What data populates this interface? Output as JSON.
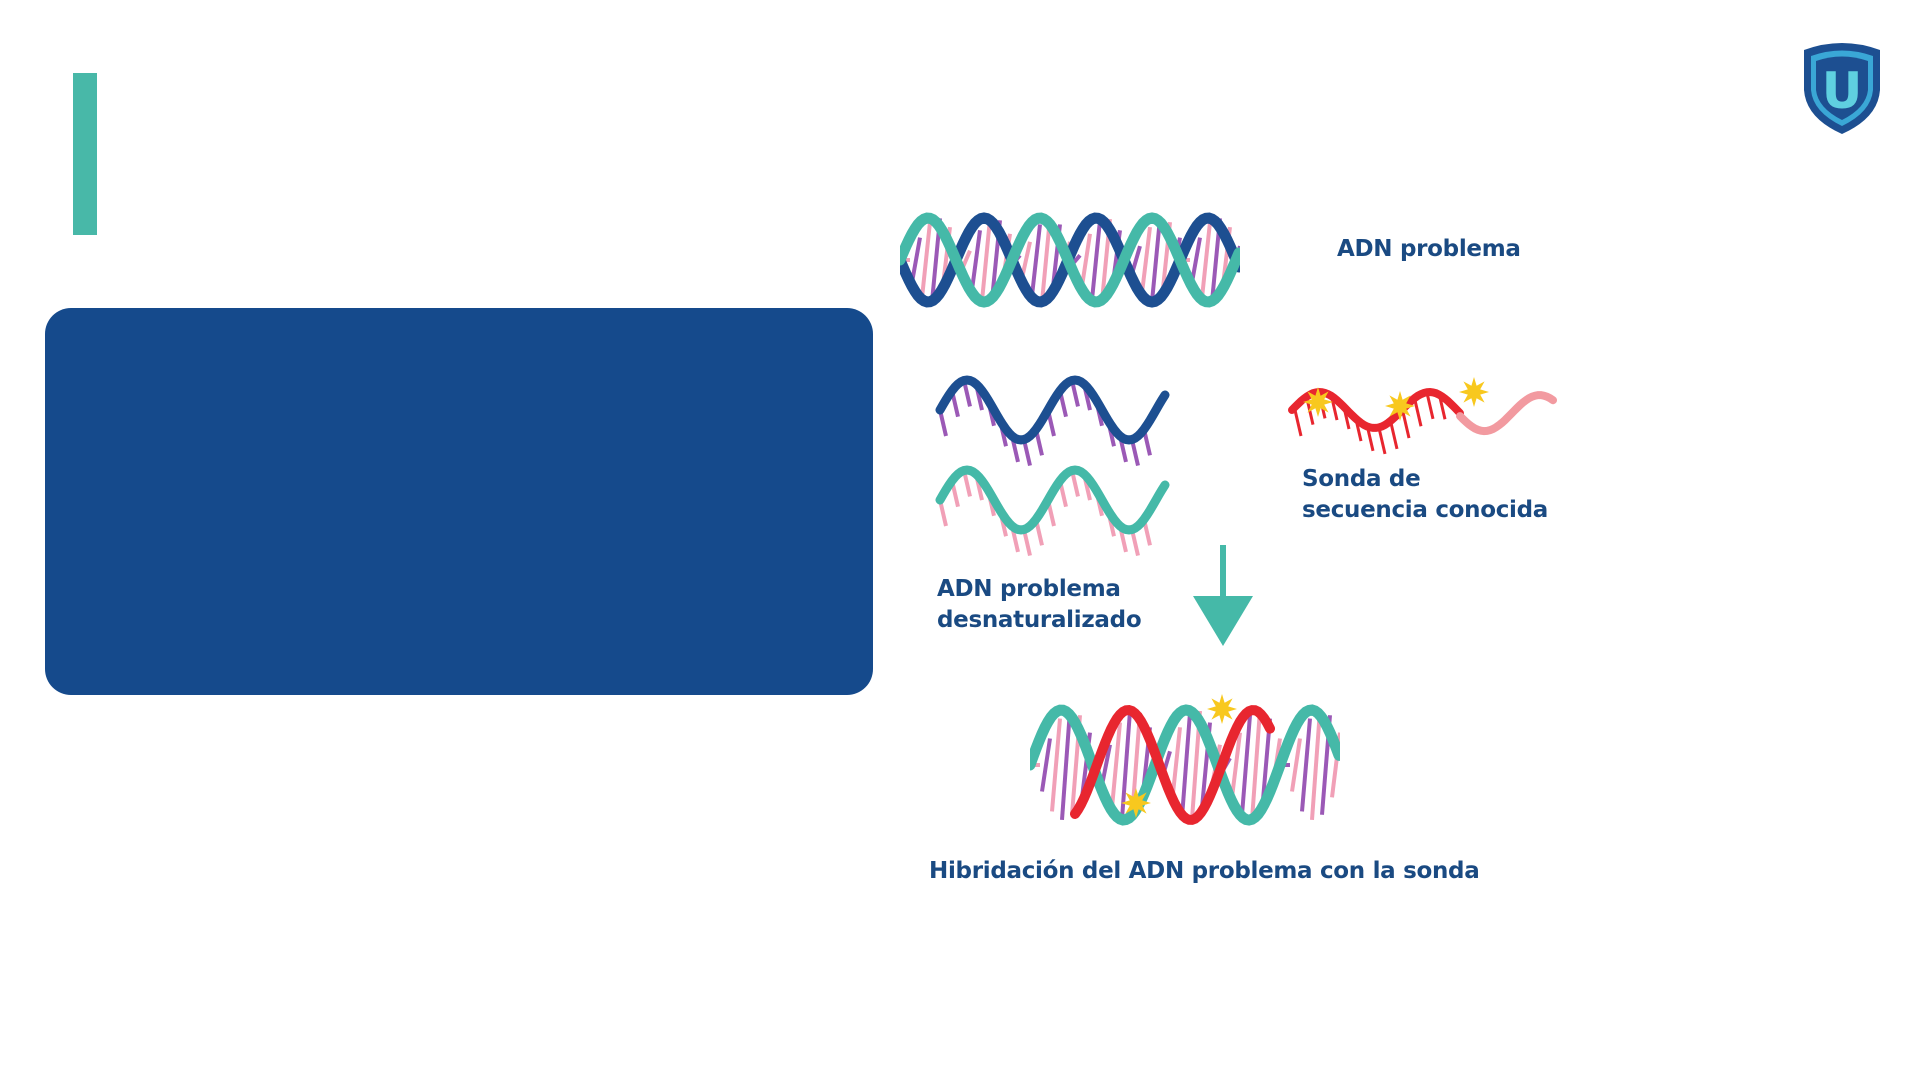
{
  "slide": {
    "colors": {
      "accent": "#48b8a8",
      "panel": "#154a8c",
      "label_text": "#1a4a82",
      "dna_dark": "#1d4f91",
      "dna_teal": "#45b9a8",
      "base_purple": "#9b59b6",
      "base_pink": "#f1a0b7",
      "probe_red": "#e8262f",
      "star_yellow": "#f8c81e"
    },
    "logo": {
      "icon": "shield-u-logo",
      "letter": "U"
    }
  },
  "diagram": {
    "problem_dna_label": "ADN problema",
    "probe_label_line1": "Sonda de",
    "probe_label_line2": "secuencia conocida",
    "denatured_label_line1": "ADN problema",
    "denatured_label_line2": "desnaturalizado",
    "hybrid_label": "Hibridación del ADN problema con la sonda",
    "arrow_icon": "arrow-down-icon"
  }
}
